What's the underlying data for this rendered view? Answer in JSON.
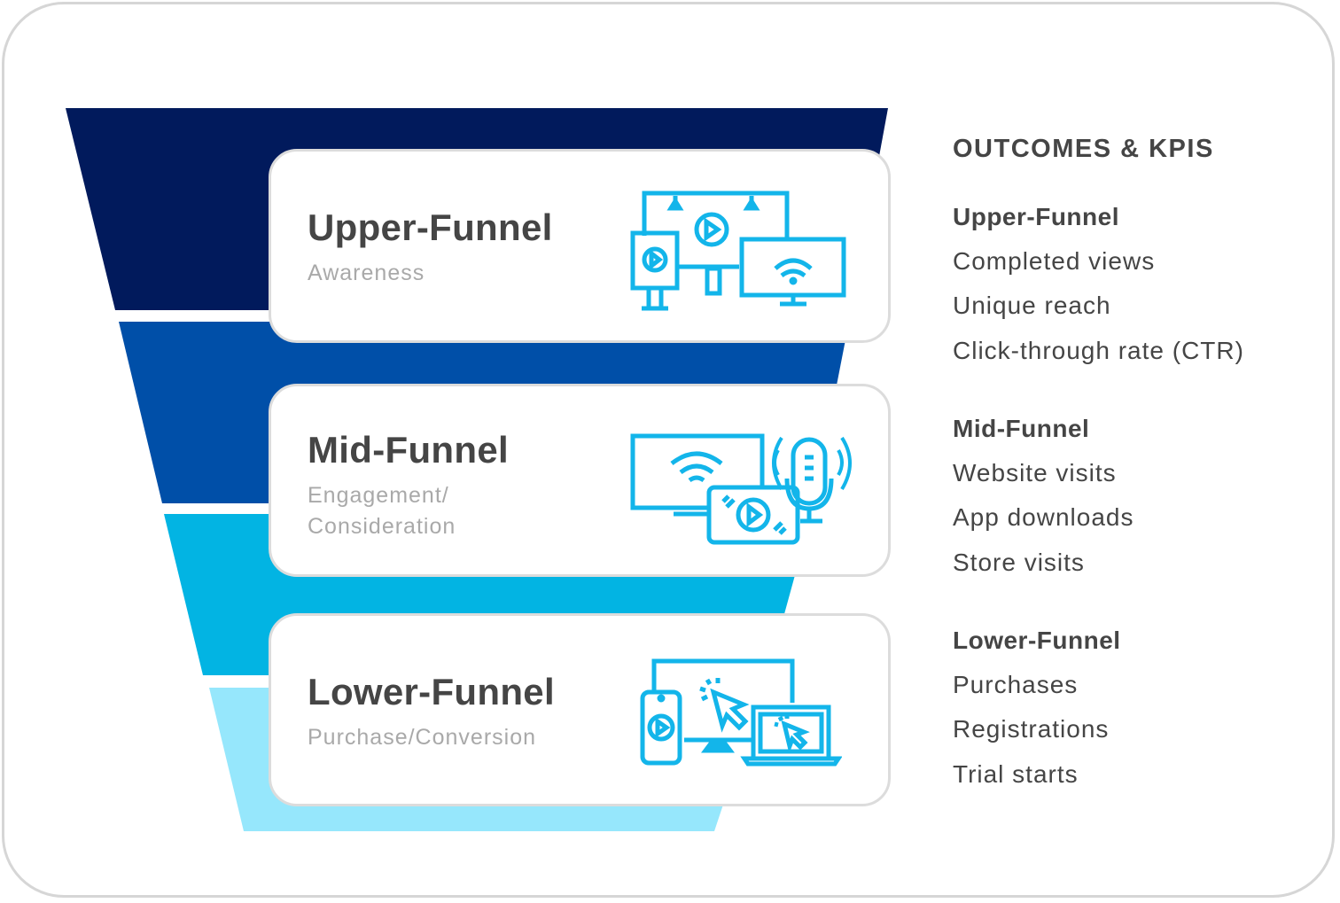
{
  "colors": {
    "upper": "#011a5c",
    "mid": "#004fa8",
    "lower": "#02b4e3",
    "lowest": "#96e7fc",
    "icon": "#13b5ea",
    "title_text": "#454545",
    "subtitle_text": "#a9a9a9"
  },
  "funnel": {
    "stages": [
      {
        "title": "Upper-Funnel",
        "subtitle_lines": [
          "Awareness"
        ],
        "icon": "billboard-devices-icon"
      },
      {
        "title": "Mid-Funnel",
        "subtitle_lines": [
          "Engagement/",
          "Consideration"
        ],
        "icon": "tv-podcast-video-icon"
      },
      {
        "title": "Lower-Funnel",
        "subtitle_lines": [
          "Purchase/Conversion"
        ],
        "icon": "click-devices-icon"
      }
    ]
  },
  "kpis": {
    "heading": "OUTCOMES & KPIS",
    "groups": [
      {
        "title": "Upper-Funnel",
        "items": [
          "Completed views",
          "Unique reach",
          "Click-through rate (CTR)"
        ]
      },
      {
        "title": "Mid-Funnel",
        "items": [
          "Website visits",
          "App downloads",
          "Store visits"
        ]
      },
      {
        "title": "Lower-Funnel",
        "items": [
          "Purchases",
          "Registrations",
          "Trial starts"
        ]
      }
    ]
  }
}
